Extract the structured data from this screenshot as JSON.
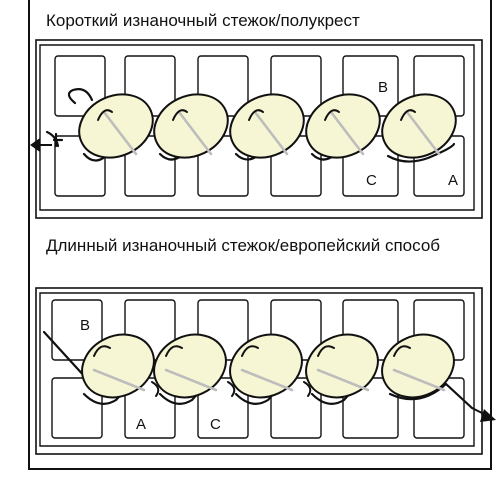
{
  "diagram_1": {
    "title": "Короткий изнаночный стежок/полукрест",
    "labels": {
      "B": "B",
      "C": "C",
      "A": "A"
    }
  },
  "diagram_2": {
    "title": "Длинный изнаночный стежок/европейский способ",
    "labels": {
      "B": "B",
      "A": "A",
      "C": "C"
    }
  },
  "colors": {
    "stitch_fill": "#f7f6d4",
    "thread": "#111111",
    "back_thread": "#bdbdbd",
    "canvas_lines": "#111111"
  }
}
